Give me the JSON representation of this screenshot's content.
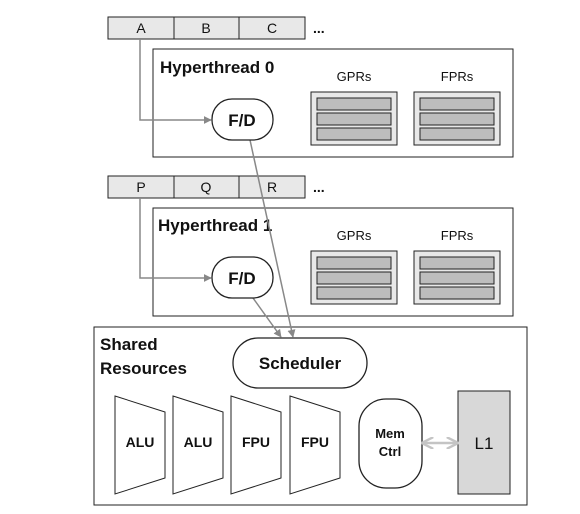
{
  "queue0": {
    "cells": [
      "A",
      "B",
      "C"
    ],
    "more": "..."
  },
  "ht0": {
    "title": "Hyperthread 0",
    "fd": "F/D",
    "gprs": "GPRs",
    "fprs": "FPRs"
  },
  "queue1": {
    "cells": [
      "P",
      "Q",
      "R"
    ],
    "more": "..."
  },
  "ht1": {
    "title": "Hyperthread 1",
    "fd": "F/D",
    "gprs": "GPRs",
    "fprs": "FPRs"
  },
  "shared": {
    "title_line1": "Shared",
    "title_line2": "Resources",
    "scheduler": "Scheduler",
    "units": [
      "ALU",
      "ALU",
      "FPU",
      "FPU"
    ],
    "mem_line1": "Mem",
    "mem_line2": "Ctrl",
    "l1": "L1"
  },
  "colors": {
    "arrow": "#888888",
    "register_fill": "#bdbdbd",
    "register_panel": "#e8e8e8",
    "l1_fill": "#d8d8d8",
    "mem_arrow": "#c4c4c4"
  }
}
